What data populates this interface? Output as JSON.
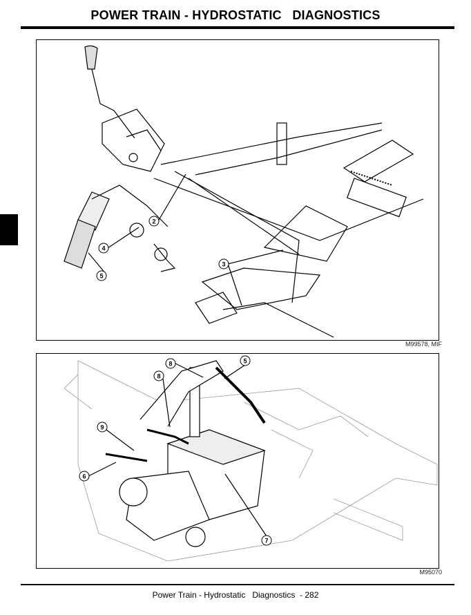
{
  "header": {
    "title": "POWER TRAIN - HYDROSTATIC   DIAGNOSTICS"
  },
  "figures": [
    {
      "caption": "M99578, MIF",
      "callouts": [
        "2",
        "4",
        "5",
        "3"
      ]
    },
    {
      "caption": "M95070",
      "callouts": [
        "8",
        "5",
        "8",
        "9",
        "6",
        "7"
      ]
    }
  ],
  "footer": {
    "text": "Power Train - Hydrostatic   Diagnostics  - 282"
  }
}
